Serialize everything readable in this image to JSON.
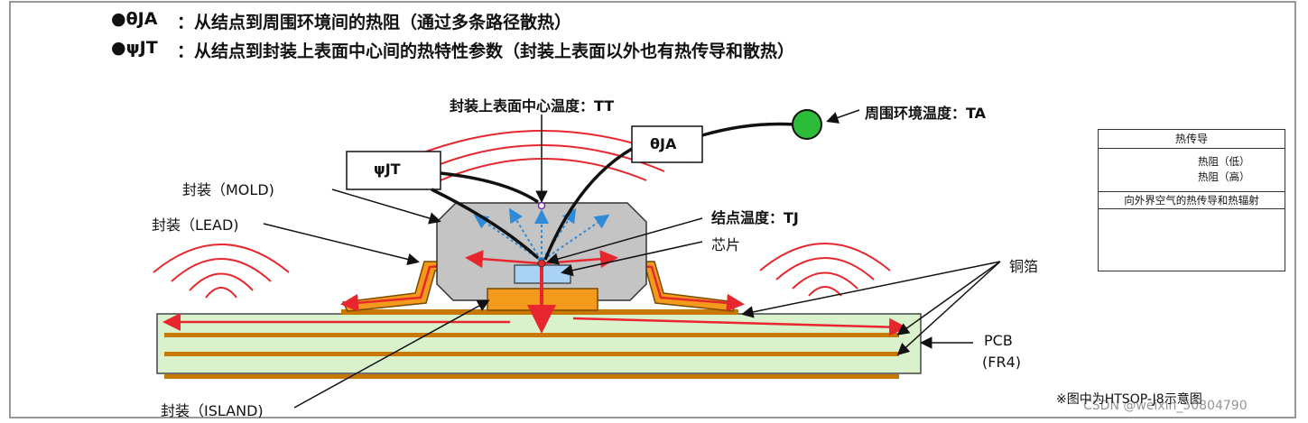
{
  "header": {
    "line1_symbol": "●θJA",
    "line1_text": "：从结点到周围环境间的热阻（通过多条路径散热）",
    "line2_symbol": "●ψJT",
    "line2_text": "：从结点到封装上表面中心间的热特性参数（封装上表面以外也有热传导和散热）"
  },
  "labels": {
    "top_center_temp": "封装上表面中心温度：TT",
    "ambient_temp": "周围环境温度：TA",
    "theta_box": "θJA",
    "psi_box": "ψJT",
    "mold": "封装（MOLD)",
    "lead": "封装（LEAD)",
    "junction_temp": "结点温度：TJ",
    "chip": "芯片",
    "copper_foil": "铜箔",
    "pcb": "PCB",
    "fr4": "(FR4)",
    "island": "封装（ISLAND)",
    "footnote": "※图中为HTSOP-J8示意图"
  },
  "legend": {
    "title": "热传导",
    "high_low_1": "热阻（低）",
    "high_low_2": "热阻（高）",
    "radiation": "向外界空气的热传导和热辐射"
  },
  "watermark": "CSDN @weixin_50804790",
  "colors": {
    "pcb_fill": "#d9f2cc",
    "copper": "#c87800",
    "lead_orange": "#f39a1c",
    "mold_gray": "#c4c4c4",
    "chip_blue": "#a9d3f5",
    "arrow_red": "#e8262e",
    "arrow_blue": "#2e8bd8",
    "ambient_green": "#2dbb3a",
    "radiation_red": "#e8262e"
  }
}
